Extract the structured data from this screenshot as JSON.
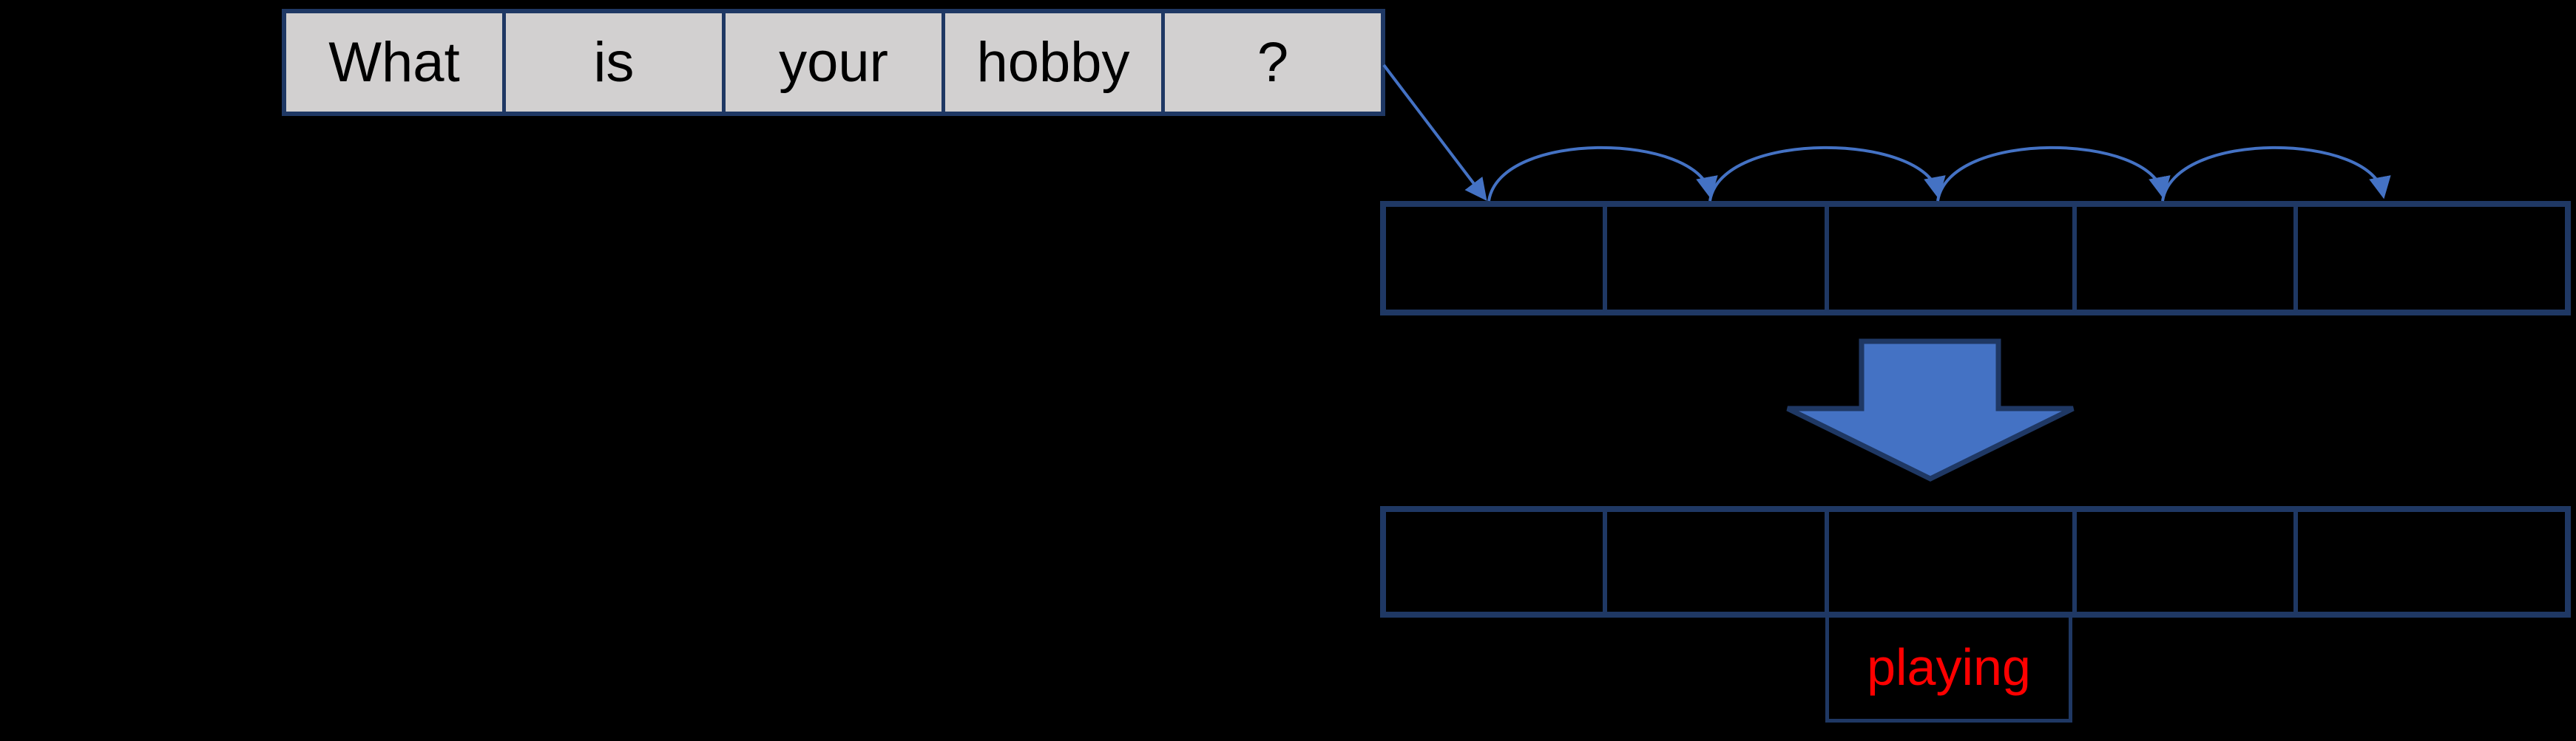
{
  "diagram": {
    "input_sentence_row": {
      "words": [
        "What",
        "is",
        "your",
        "hobby",
        "?"
      ]
    },
    "hidden_state_row": {
      "cell_count": 5,
      "cells": [
        "",
        "",
        "",
        "",
        ""
      ]
    },
    "output_state_row": {
      "cell_count": 5,
      "cells": [
        "",
        "",
        "",
        "",
        ""
      ]
    },
    "predicted_word": "playing"
  },
  "icons": {
    "input_flow_arrow": "diagonal-arrow-down-right",
    "hop_arcs": "left-to-right-hop-arc-arrows",
    "transform_arrow": "big-down-block-arrow"
  },
  "colors": {
    "background": "#000000",
    "input_box_fill": "#D2D0D0",
    "border_navy": "#1F3864",
    "arrow_blue": "#4472C4",
    "predicted_word_red": "#FF0000",
    "input_text_black": "#000000"
  }
}
